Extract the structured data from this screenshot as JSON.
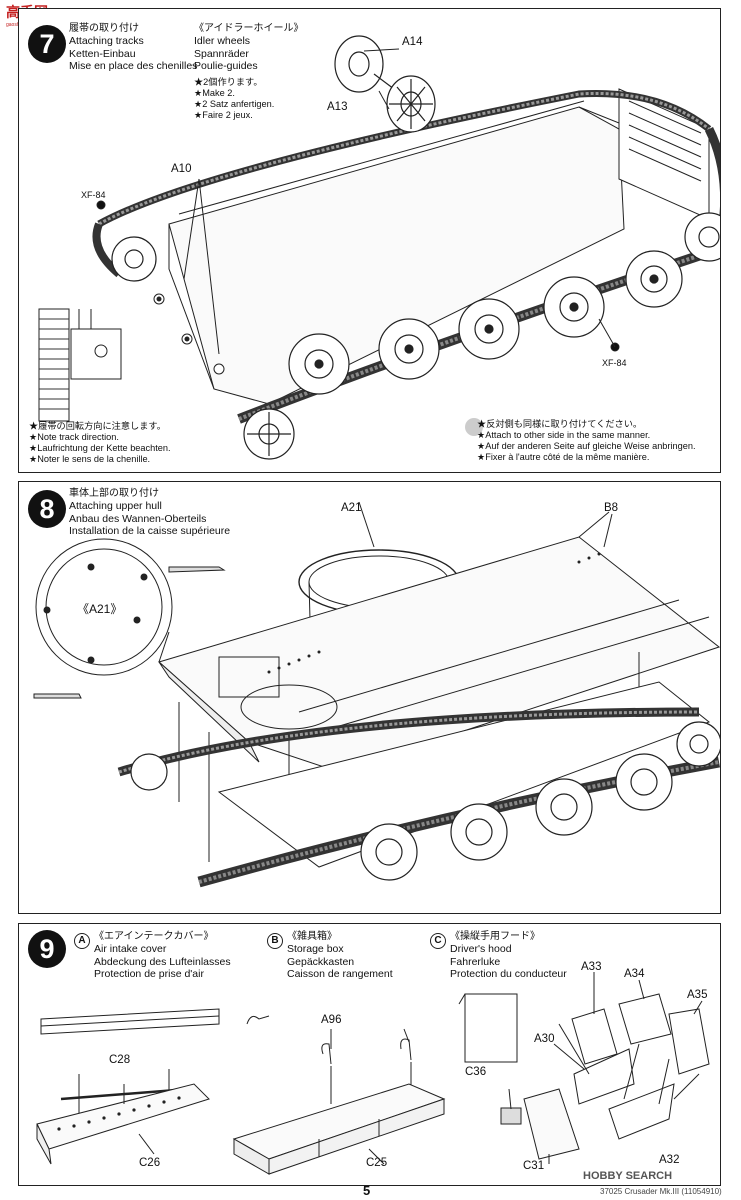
{
  "watermark_top": {
    "main": "高手网",
    "sub": "gaoshouwang.com"
  },
  "step7": {
    "number": "7",
    "title": {
      "ja": "履帯の取り付け",
      "en": "Attaching tracks",
      "de": "Ketten-Einbau",
      "fr": "Mise en place des chenilles"
    },
    "idler": {
      "ja": "《アイドラーホイール》",
      "en": "Idler wheels",
      "de": "Spannräder",
      "fr": "Poulie-guides"
    },
    "make": {
      "ja": "★2個作ります。",
      "en": "★Make 2.",
      "de": "★2 Satz anfertigen.",
      "fr": "★Faire 2 jeux."
    },
    "parts": {
      "a14": "A14",
      "a13": "A13",
      "a10": "A10",
      "xf84_left": "XF-84",
      "xf84_right": "XF-84"
    },
    "note_direction": {
      "ja": "★履帯の回転方向に注意します。",
      "en": "★Note track direction.",
      "de": "★Laufrichtung der Kette beachten.",
      "fr": "★Noter le sens de la chenille."
    },
    "note_other_side": {
      "ja": "★反対側も同様に取り付けてください。",
      "en": "★Attach to other side in the same manner.",
      "de": "★Auf der anderen Seite auf gleiche Weise anbringen.",
      "fr": "★Fixer à l'autre côté de la même manière."
    }
  },
  "step8": {
    "number": "8",
    "title": {
      "ja": "車体上部の取り付け",
      "en": "Attaching upper hull",
      "de": "Anbau des Wannen-Oberteils",
      "fr": "Installation de la caisse supérieure"
    },
    "parts": {
      "a21": "A21",
      "b8": "B8",
      "a21_detail": "《A21》"
    }
  },
  "step9": {
    "number": "9",
    "a": {
      "letter": "A",
      "ja": "《エアインテークカバー》",
      "en": "Air intake cover",
      "de": "Abdeckung des Lufteinlasses",
      "fr": "Protection de prise d'air"
    },
    "b": {
      "letter": "B",
      "ja": "《雑具箱》",
      "en": "Storage box",
      "de": "Gepäckkasten",
      "fr": "Caisson de rangement"
    },
    "c": {
      "letter": "C",
      "ja": "《操縦手用フード》",
      "en": "Driver's hood",
      "de": "Fahrerluke",
      "fr": "Protection du conducteur"
    },
    "parts": {
      "c28": "C28",
      "c26": "C26",
      "a96": "A96",
      "c25": "C25",
      "a33": "A33",
      "a34": "A34",
      "a35": "A35",
      "a30": "A30",
      "c36": "C36",
      "c31": "C31",
      "a32": "A32"
    }
  },
  "page": {
    "number": "5",
    "footer": "37025 Crusader Mk.III (11054910)",
    "watermark": "HOBBY SEARCH"
  }
}
